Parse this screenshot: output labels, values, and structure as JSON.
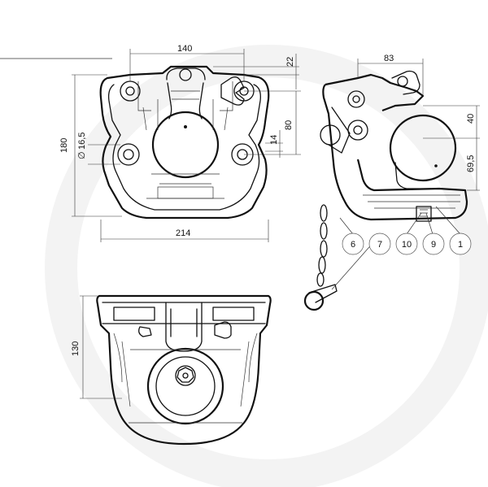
{
  "dimensions": {
    "front_width_top": "140",
    "front_height": "180",
    "front_hole_diameter": "16,5",
    "front_bottom_width": "214",
    "front_top_offset": "22",
    "front_mid_height": "80",
    "front_small_height": "14",
    "side_width": "83",
    "side_height_40": "40",
    "side_height_69": "69,5",
    "top_depth": "130"
  },
  "callouts": [
    "6",
    "7",
    "10",
    "9",
    "1"
  ]
}
